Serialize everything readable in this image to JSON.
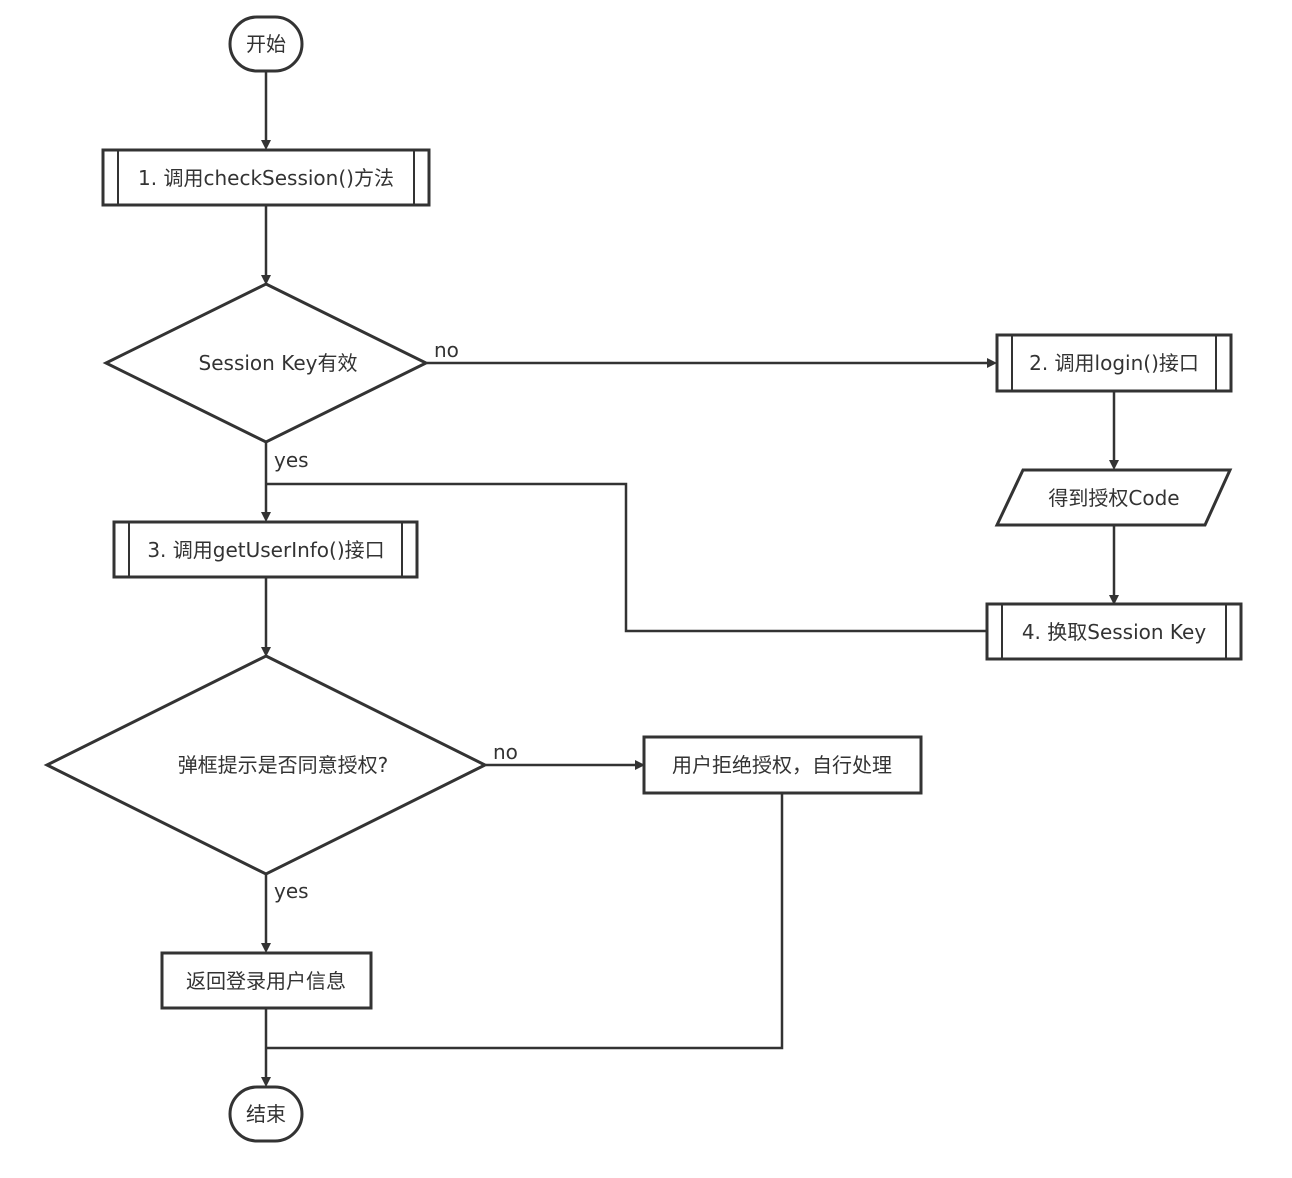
{
  "nodes": {
    "start": "开始",
    "step1": "1. 调用checkSession()方法",
    "decision1": "Session Key有效",
    "step2": "2. 调用login()接口",
    "get_code": "得到授权Code",
    "step3": "3. 调用getUserInfo()接口",
    "step4": "4. 换取Session Key",
    "decision2": "弹框提示是否同意授权?",
    "reject": "用户拒绝授权，自行处理",
    "return_info": "返回登录用户信息",
    "end": "结束"
  },
  "edges": {
    "d1_no": "no",
    "d1_yes": "yes",
    "d2_no": "no",
    "d2_yes": "yes"
  },
  "colors": {
    "stroke": "#333333",
    "fill": "#ffffff"
  }
}
